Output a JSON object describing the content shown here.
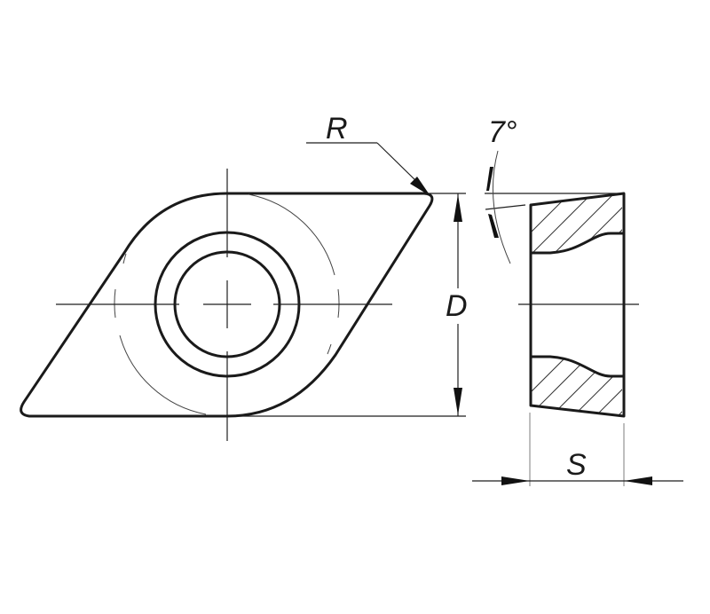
{
  "drawing": {
    "subject": "rhombic cutting insert",
    "views": [
      "front-view",
      "section-side-view"
    ],
    "labels": {
      "radius": "R",
      "diameter": "D",
      "angle": "7°",
      "thickness": "S"
    },
    "colors": {
      "line": "#1a1a1a",
      "dimension_line": "#1f1f1f",
      "extension_line": "#9a9a9a",
      "background": "#ffffff"
    }
  }
}
